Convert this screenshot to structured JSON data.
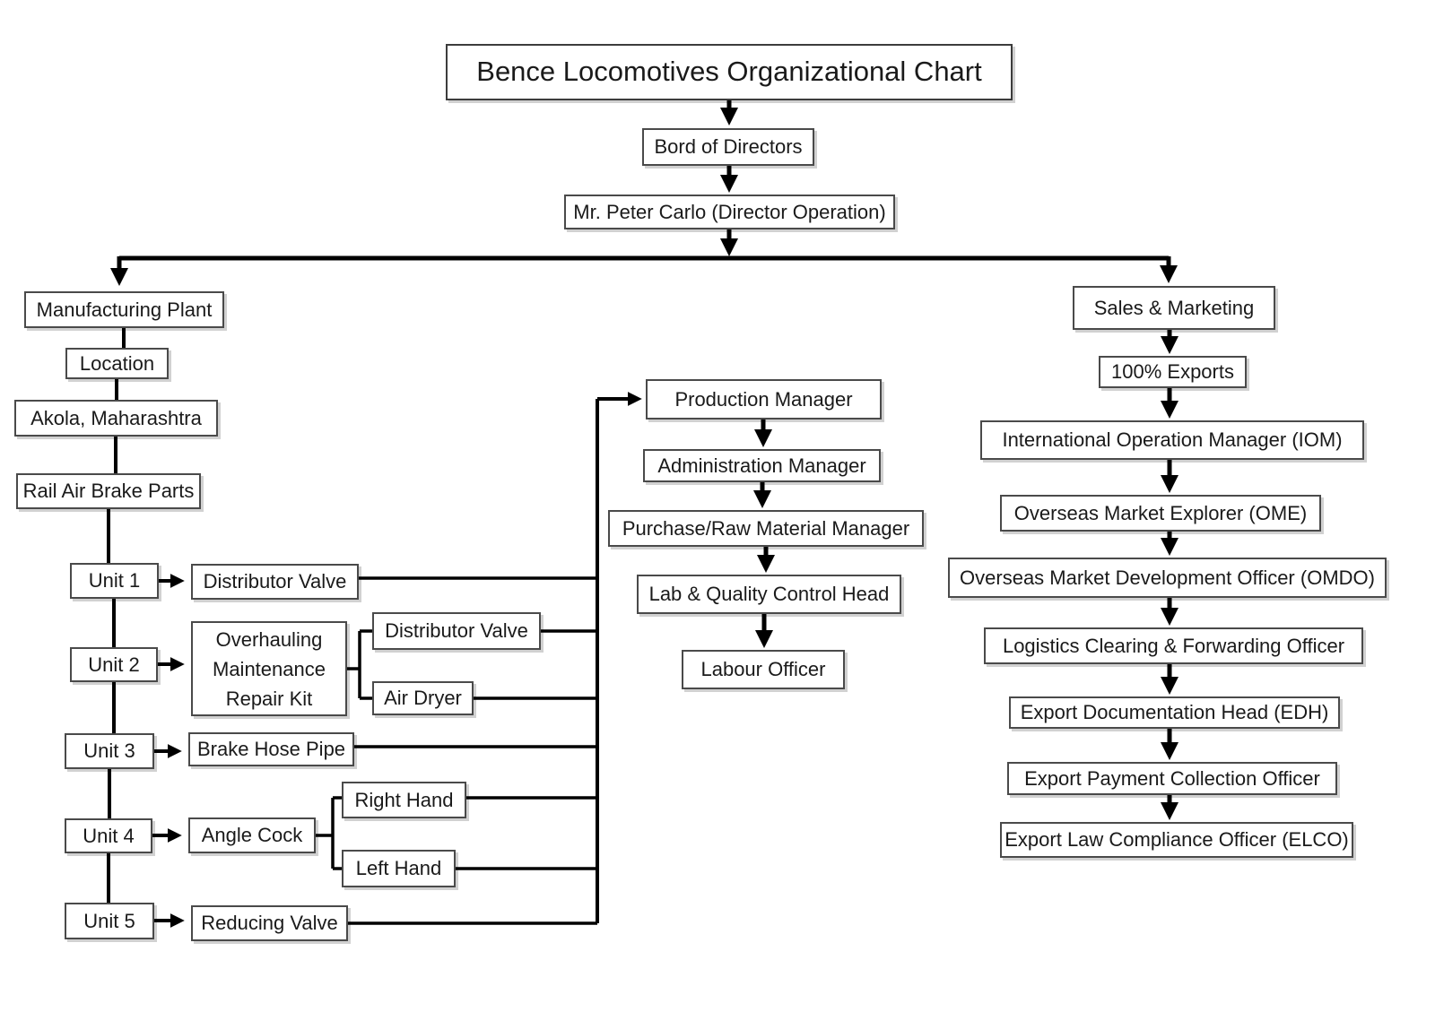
{
  "title": "Bence Locomotives Organizational Chart",
  "top": {
    "board": "Bord of Directors",
    "director": "Mr. Peter Carlo (Director Operation)"
  },
  "manufacturing": {
    "root": "Manufacturing Plant",
    "location_label": "Location",
    "location_value": "Akola, Maharashtra",
    "products_root": "Rail Air Brake Parts",
    "units": [
      {
        "name": "Unit 1",
        "product": "Distributor Valve"
      },
      {
        "name": "Unit 2",
        "product": "Overhauling Maintenance Repair Kit",
        "subproducts": [
          "Distributor Valve",
          "Air Dryer"
        ]
      },
      {
        "name": "Unit 3",
        "product": "Brake Hose Pipe"
      },
      {
        "name": "Unit 4",
        "product": "Angle Cock",
        "subproducts": [
          "Right Hand",
          "Left Hand"
        ]
      },
      {
        "name": "Unit 5",
        "product": "Reducing Valve"
      }
    ]
  },
  "production_chain": [
    "Production Manager",
    "Administration Manager",
    "Purchase/Raw Material Manager",
    "Lab & Quality Control Head",
    "Labour Officer"
  ],
  "sales_chain": [
    "Sales & Marketing",
    "100% Exports",
    "International Operation Manager (IOM)",
    "Overseas Market Explorer (OME)",
    "Overseas Market Development Officer (OMDO)",
    "Logistics Clearing & Forwarding Officer",
    "Export Documentation Head (EDH)",
    "Export Payment Collection Officer",
    "Export Law Compliance Officer (ELCO)"
  ],
  "colors": {
    "line": "#000000",
    "box_border": "#4a4a4a",
    "background": "#ffffff",
    "text": "#1a1a1a"
  }
}
